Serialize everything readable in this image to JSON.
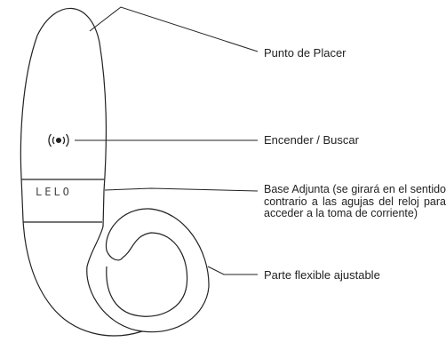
{
  "diagram": {
    "brand_mark": "LELO",
    "power_icon": "power-signal-icon",
    "labels": {
      "punto_placer": "Punto de Placer",
      "encender": "Encender / Buscar",
      "base": "Base Adjunta (se girará en el sentido contrario a las agujas del reloj para acceder a la toma de corriente)",
      "flexible": "Parte flexible ajustable"
    },
    "colors": {
      "stroke": "#222222",
      "background": "#ffffff"
    }
  }
}
